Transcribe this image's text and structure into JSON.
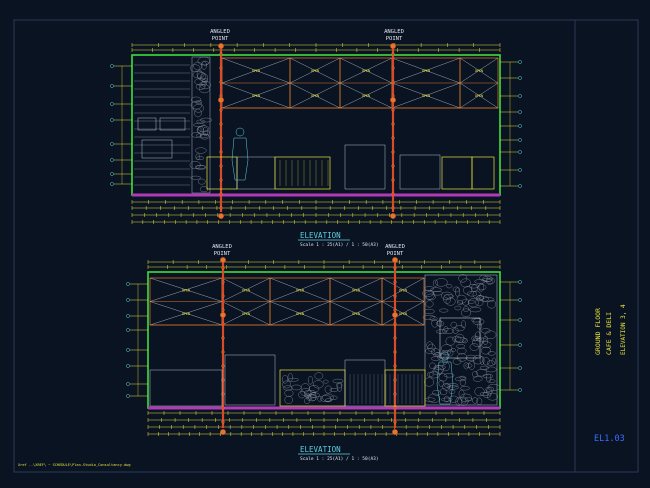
{
  "colors": {
    "background": "#0a1322",
    "frame": "#2a3a55",
    "green": "#3fdc3f",
    "yellow": "#e8e23a",
    "orange": "#e07a2a",
    "red": "#d84a2a",
    "white": "#dfe6f0",
    "magenta": "#b03ab8",
    "cyan": "#5fd0e0",
    "grey": "#8a93a6"
  },
  "elevation_top": {
    "angled_point_left": [
      "ANGLED",
      "POINT"
    ],
    "angled_point_right": [
      "ANGLED",
      "POINT"
    ],
    "title": "ELEVATION",
    "scale": "Scale 1 : 25(A1) / 1 : 50(A3)",
    "open_label": "OPEN"
  },
  "elevation_bottom": {
    "angled_point_left": [
      "ANGLED",
      "POINT"
    ],
    "angled_point_right": [
      "ANGLED",
      "POINT"
    ],
    "title": "ELEVATION",
    "scale": "Scale 1 : 25(A1) / 1 : 50(A3)",
    "open_label": "OPEN"
  },
  "title_block": {
    "line1": "GROUND FLOOR",
    "line2": "CAFE & DELI",
    "line3": "ELEVATION 3, 4",
    "sheet_no": "EL1.03"
  },
  "footer": {
    "xref_path": "Xref ..\\XREF\\ ~ SCHEDULE\\Plan-Studio_Consultancy.dwg"
  }
}
